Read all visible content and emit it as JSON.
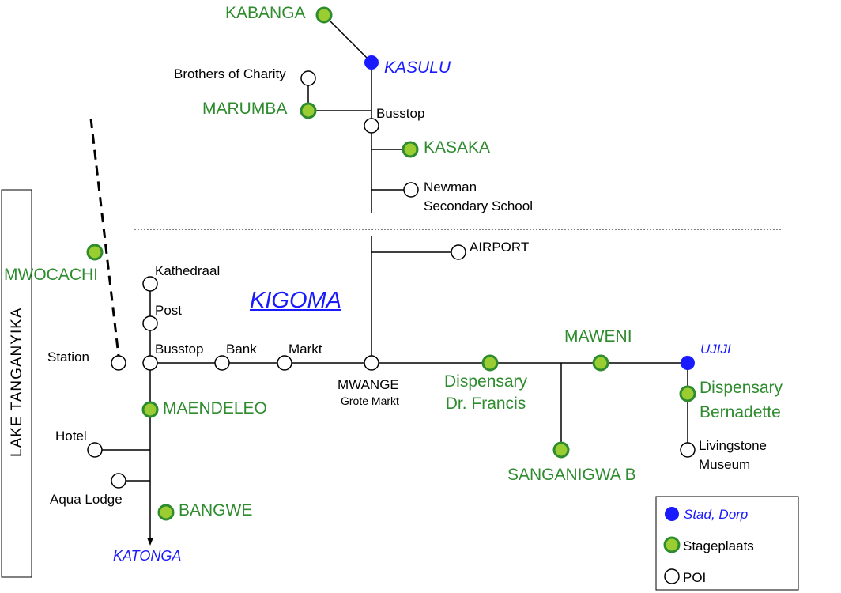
{
  "region": "KIGOMA",
  "lake": "LAKE  TANGANYIKA",
  "colors": {
    "city": "#1a1aff",
    "stage_fill": "#9acd32",
    "stage_ring": "#2e8b2e",
    "stage_text": "#2e8b2e",
    "poi_fill": "#ffffff"
  },
  "cities": {
    "kasulu": "KASULU",
    "ujiji": "UJIJI",
    "katonga": "KATONGA"
  },
  "stages": {
    "kabanga": "KABANGA",
    "marumba": "MARUMBA",
    "kasaka": "KASAKA",
    "mwocachi": "MWOCACHI",
    "maendeleo": "MAENDELEO",
    "bangwe": "BANGWE",
    "maweni": "MAWENI",
    "dispensary_francis": [
      "Dispensary",
      "Dr. Francis"
    ],
    "sanganigwa": "SANGANIGWA B",
    "dispensary_bernadette": [
      "Dispensary",
      "Bernadette"
    ]
  },
  "pois": {
    "brothers": "Brothers of Charity",
    "busstop_north": "Busstop",
    "newman": [
      "Newman",
      "Secondary School"
    ],
    "airport": "AIRPORT",
    "kathedraal": "Kathedraal",
    "post": "Post",
    "busstop_kigoma": "Busstop",
    "bank": "Bank",
    "markt": "Markt",
    "station": "Station",
    "hotel": "Hotel",
    "aqua": "Aqua Lodge",
    "mwange": "MWANGE",
    "mwange_sub": "Grote Markt",
    "livingstone": [
      "Livingstone",
      "Museum"
    ]
  },
  "legend": {
    "city": "Stad, Dorp",
    "stage": "Stageplaats",
    "poi": "POI"
  }
}
